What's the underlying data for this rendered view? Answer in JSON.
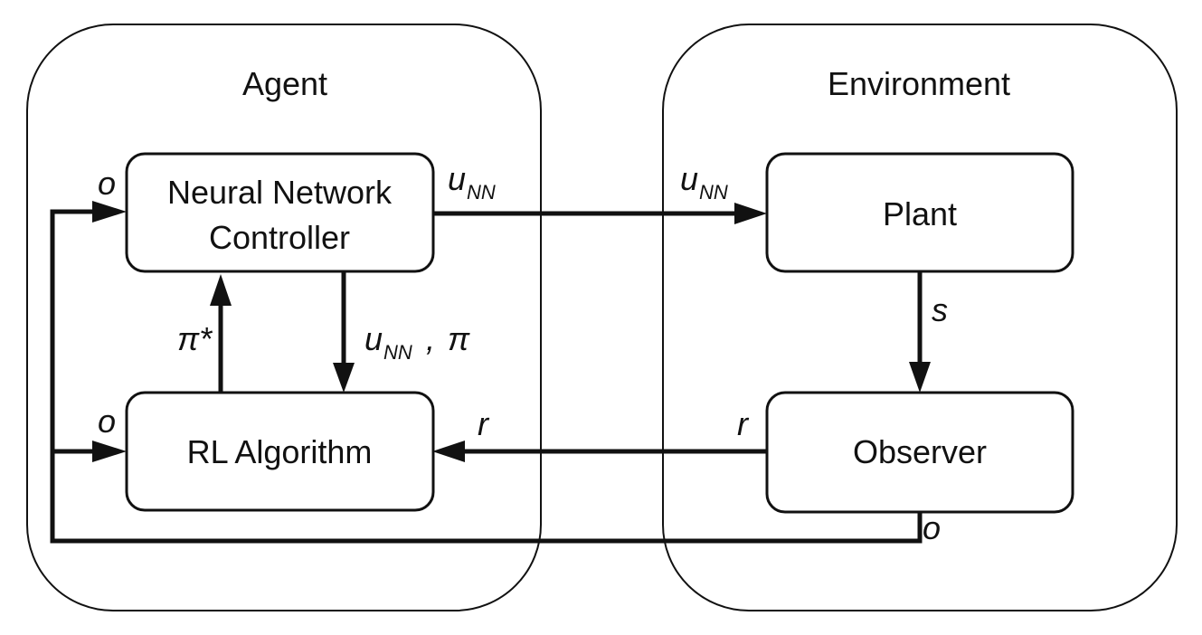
{
  "groups": {
    "agent": {
      "title": "Agent"
    },
    "environment": {
      "title": "Environment"
    }
  },
  "nodes": {
    "controller": {
      "line1": "Neural Network",
      "line2": "Controller"
    },
    "rl": {
      "label": "RL Algorithm"
    },
    "plant": {
      "label": "Plant"
    },
    "observer": {
      "label": "Observer"
    }
  },
  "signals": {
    "o": "o",
    "u": "u",
    "nn": "NN",
    "pi_star": "π*",
    "comma": ",",
    "pi": "π",
    "s": "s",
    "r": "r"
  },
  "edges": [
    {
      "from": "controller",
      "to": "plant",
      "label": "u_NN"
    },
    {
      "from": "plant",
      "to": "observer",
      "label": "s"
    },
    {
      "from": "observer",
      "to": "rl",
      "label": "r"
    },
    {
      "from": "observer",
      "to": "controller",
      "label": "o"
    },
    {
      "from": "observer",
      "to": "rl",
      "label": "o"
    },
    {
      "from": "controller",
      "to": "rl",
      "label": "u_NN , π"
    },
    {
      "from": "rl",
      "to": "controller",
      "label": "π*"
    }
  ]
}
